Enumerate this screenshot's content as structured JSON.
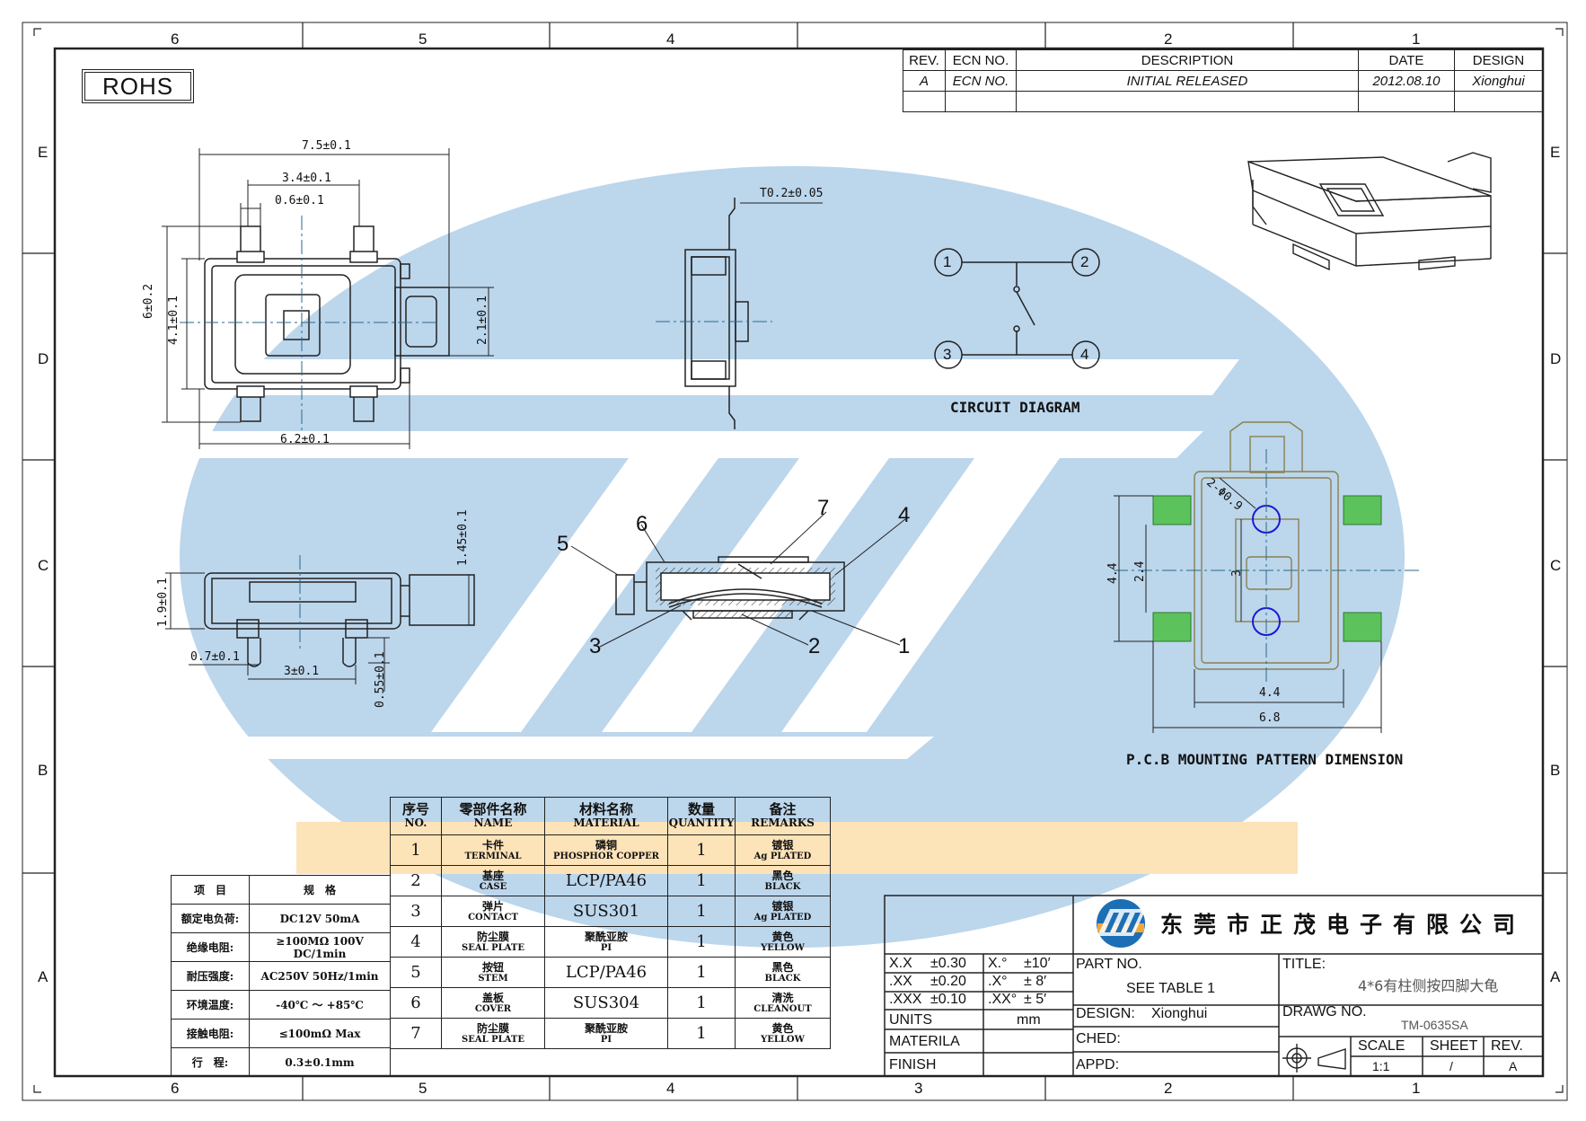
{
  "zones": {
    "cols": [
      "6",
      "5",
      "4",
      "3",
      "2",
      "1"
    ],
    "rows": [
      "E",
      "D",
      "C",
      "B",
      "A"
    ]
  },
  "rohs": "ROHS",
  "revision_table": {
    "headers": [
      "REV.",
      "ECN NO.",
      "DESCRIPTION",
      "DATE",
      "DESIGN"
    ],
    "row": [
      "A",
      "ECN NO.",
      "INITIAL RELEASED",
      "2012.08.10",
      "Xionghui"
    ]
  },
  "dimensions": {
    "top_view": [
      "7.5±0.1",
      "3.4±0.1",
      "0.6±0.1",
      "6±0.2",
      "4.1±0.1",
      "2.1±0.1",
      "6.2±0.1"
    ],
    "side_view_thickness": "T0.2±0.05",
    "front_view": [
      "1.45±0.1",
      "1.9±0.1",
      "0.7±0.1",
      "3±0.1",
      "0.55±0.1"
    ],
    "pcb": [
      "2-Φ0.9",
      "4.4",
      "2.4",
      "3",
      "4.4",
      "6.8"
    ]
  },
  "circuit": {
    "nodes": [
      "1",
      "2",
      "3",
      "4"
    ],
    "label": "CIRCUIT DIAGRAM"
  },
  "section_callouts": [
    "5",
    "6",
    "7",
    "4",
    "3",
    "2",
    "1"
  ],
  "pcb_label": "P.C.B MOUNTING PATTERN DIMENSION",
  "parts_table": {
    "headers": [
      {
        "cn": "序号",
        "en": "NO."
      },
      {
        "cn": "零部件名称",
        "en": "NAME"
      },
      {
        "cn": "材料名称",
        "en": "MATERIAL"
      },
      {
        "cn": "数量",
        "en": "QUANTITY"
      },
      {
        "cn": "备注",
        "en": "REMARKS"
      }
    ],
    "rows": [
      {
        "no": "1",
        "name_cn": "卡件",
        "name_en": "TERMINAL",
        "mat_cn": "磷铜",
        "mat_en": "PHOSPHOR COPPER",
        "qty": "1",
        "rem_cn": "镀银",
        "rem_en": "Ag PLATED"
      },
      {
        "no": "2",
        "name_cn": "基座",
        "name_en": "CASE",
        "mat": "LCP/PA46",
        "qty": "1",
        "rem_cn": "黑色",
        "rem_en": "BLACK"
      },
      {
        "no": "3",
        "name_cn": "弹片",
        "name_en": "CONTACT",
        "mat": "SUS301",
        "qty": "1",
        "rem_cn": "镀银",
        "rem_en": "Ag PLATED"
      },
      {
        "no": "4",
        "name_cn": "防尘膜",
        "name_en": "SEAL PLATE",
        "mat_cn": "聚酰亚胺",
        "mat_en": "PI",
        "qty": "1",
        "rem_cn": "黄色",
        "rem_en": "YELLOW"
      },
      {
        "no": "5",
        "name_cn": "按钮",
        "name_en": "STEM",
        "mat": "LCP/PA46",
        "qty": "1",
        "rem_cn": "黑色",
        "rem_en": "BLACK"
      },
      {
        "no": "6",
        "name_cn": "盖板",
        "name_en": "COVER",
        "mat": "SUS304",
        "qty": "1",
        "rem_cn": "清洗",
        "rem_en": "CLEANOUT"
      },
      {
        "no": "7",
        "name_cn": "防尘膜",
        "name_en": "SEAL PLATE",
        "mat_cn": "聚酰亚胺",
        "mat_en": "PI",
        "qty": "1",
        "rem_cn": "黄色",
        "rem_en": "YELLOW"
      }
    ]
  },
  "spec_table": {
    "headers": [
      "项　目",
      "规　格"
    ],
    "rows": [
      [
        "额定电负荷:",
        "DC12V 50mA"
      ],
      [
        "绝缘电阻:",
        "≥100MΩ 100V DC/1min"
      ],
      [
        "耐压强度:",
        "AC250V 50Hz/1min"
      ],
      [
        "环境温度:",
        "-40℃ ～ +85℃"
      ],
      [
        "接触电阻:",
        "≤100mΩ Max"
      ],
      [
        "行　程:",
        "0.3±0.1mm"
      ]
    ]
  },
  "title_block": {
    "tolerances": [
      [
        "X.X",
        "±0.30",
        "X.°",
        "±10′"
      ],
      [
        ".XX",
        "±0.20",
        ".X°",
        "± 8′"
      ],
      [
        ".XXX",
        "±0.10",
        ".XX°",
        "± 5′"
      ]
    ],
    "units_label": "UNITS",
    "units_value": "mm",
    "materila_label": "MATERILA",
    "finish_label": "FINISH",
    "part_no_label": "PART NO.",
    "part_no_value": "SEE TABLE 1",
    "design_label": "DESIGN:",
    "design_value": "Xionghui",
    "ched_label": "CHED:",
    "appd_label": "APPD:",
    "company": "东莞市正茂电子有限公司",
    "title_label": "TITLE:",
    "title_value": "4*6有柱侧按四脚大龟",
    "drawg_label": "DRAWG NO.",
    "drawg_value": "TM-0635SA",
    "scale_label": "SCALE",
    "scale_value": "1:1",
    "sheet_label": "SHEET",
    "sheet_value": "/",
    "rev_label": "REV.",
    "rev_value": "A"
  },
  "colors": {
    "watermark_blue": "#bcd6ec",
    "watermark_orange": "#fde3b8",
    "pad_green": "#5cc35c",
    "hole_blue": "#1a1ad0",
    "pcb_outline": "#8a8050",
    "line": "#222222"
  }
}
